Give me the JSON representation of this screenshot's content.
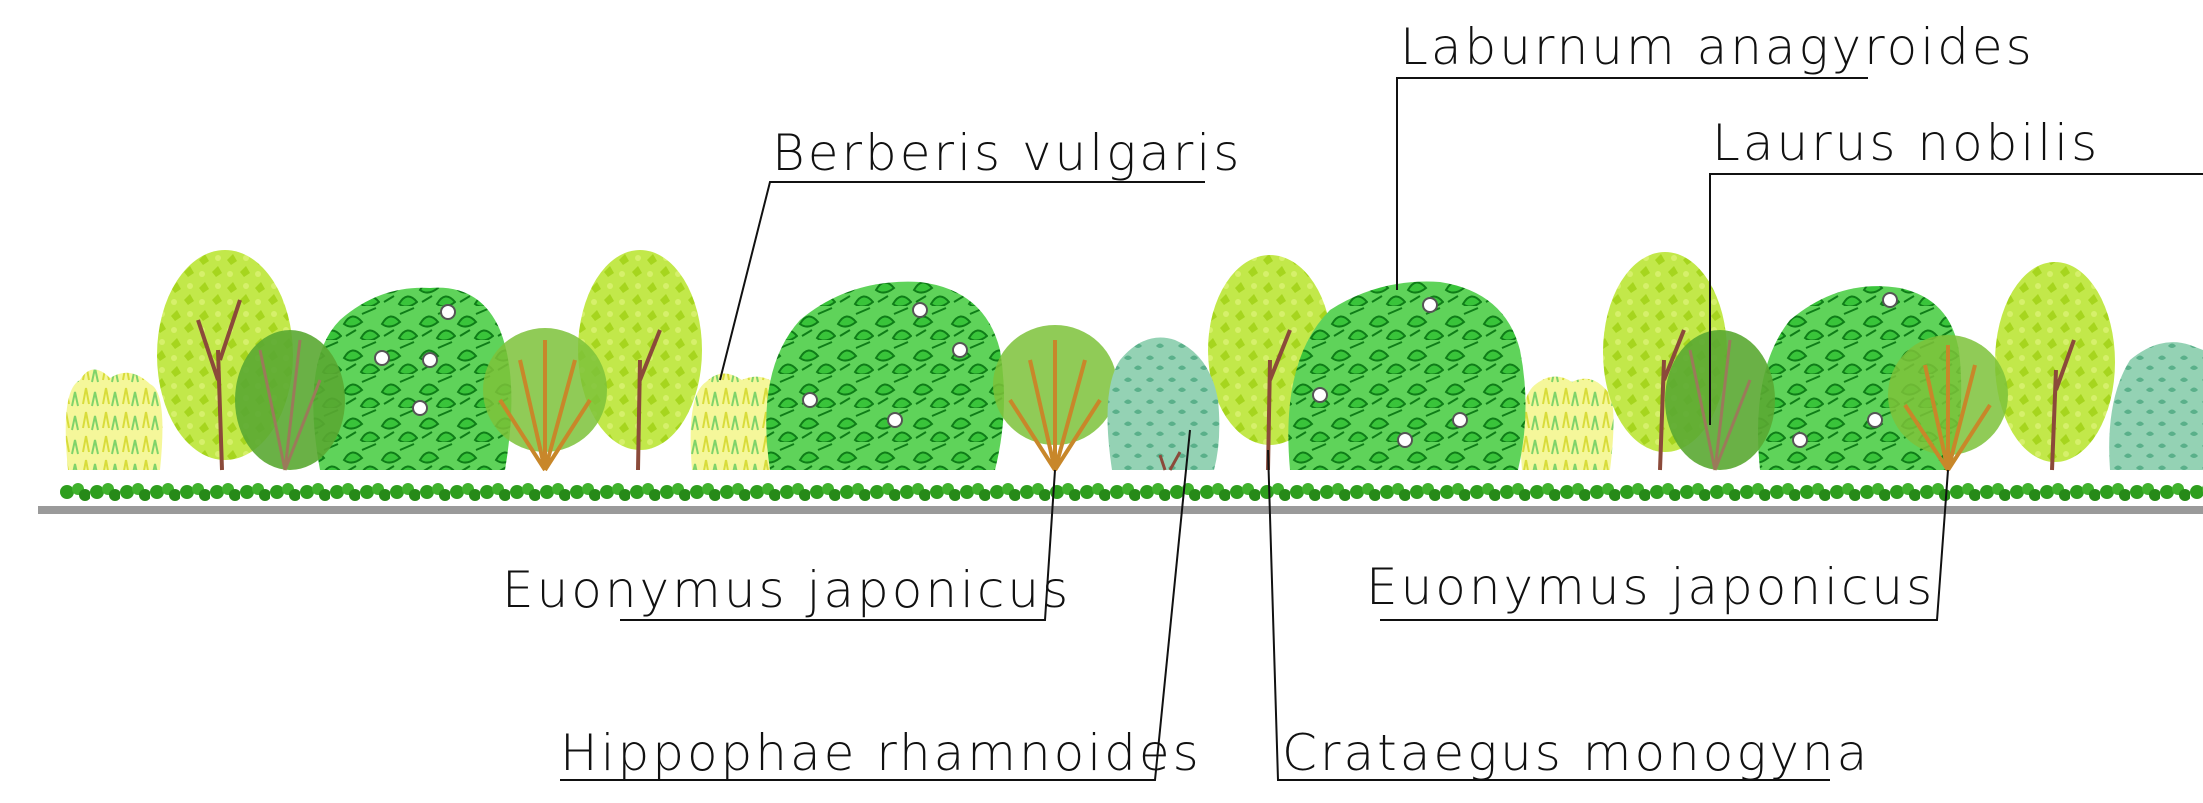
{
  "labels": {
    "laburnum": "Laburnum  anagyroides",
    "laurus": "Laurus  nobilis",
    "berberis": "Berberis  vulgaris",
    "euonymus_left": "Euonymus  japonicus",
    "euonymus_right": "Euonymus  japonicus",
    "hippophae": "Hippophae  rhamnoides",
    "crataegus": "Crataegus  monogyna"
  },
  "colors": {
    "ground": "#9a9a9a",
    "groundcover": "#2e9e1e",
    "lime_tree": "#b7e026",
    "lime_tree_dark": "#8cc41a",
    "laburnum_leaf": "#39c43a",
    "laburnum_leaf_dark": "#17941f",
    "sea_buckthorn": "#7fc7a6",
    "yellow_shrub": "#f3f57a",
    "euonymus_leaf": "#6fb832",
    "stem": "#c8872a",
    "trunk": "#8b4a3a",
    "leader": "#111111"
  },
  "icons": {
    "plant_shapes": "hand-drawn-shrub-symbols"
  }
}
